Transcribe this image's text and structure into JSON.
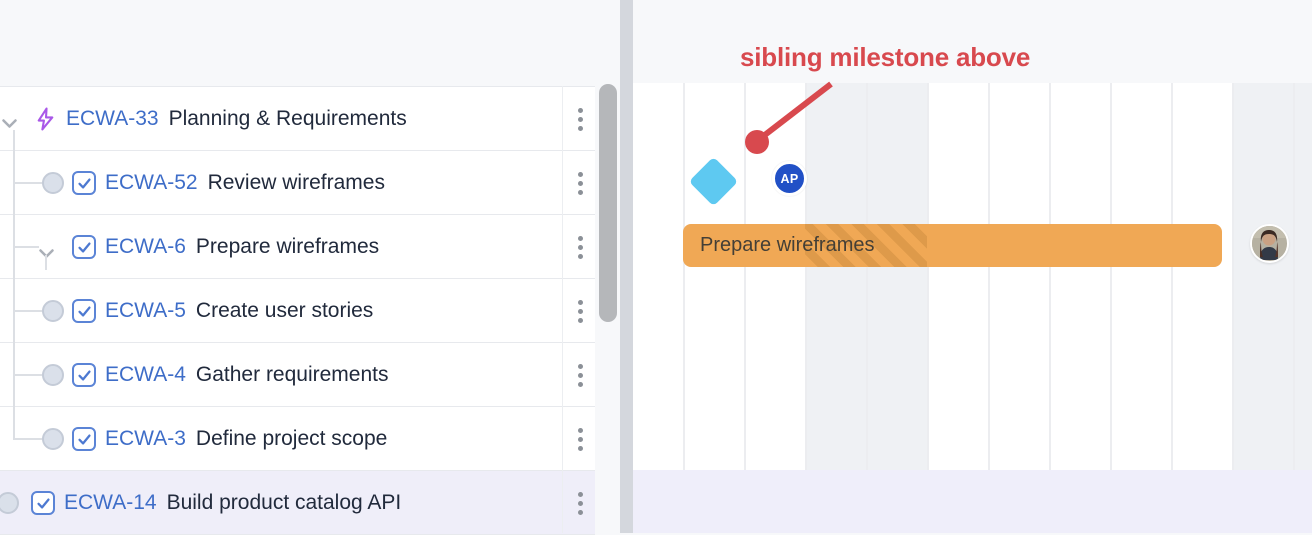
{
  "left_panel": {
    "tasks": [
      {
        "key": "ECWA-33",
        "name": "Planning & Requirements",
        "type": "group",
        "expanded": true
      },
      {
        "key": "ECWA-52",
        "name": "Review wireframes",
        "type": "task",
        "checked": true
      },
      {
        "key": "ECWA-6",
        "name": "Prepare wireframes",
        "type": "task",
        "checked": true,
        "expanded": true
      },
      {
        "key": "ECWA-5",
        "name": "Create user stories",
        "type": "task",
        "checked": true
      },
      {
        "key": "ECWA-4",
        "name": "Gather requirements",
        "type": "task",
        "checked": true
      },
      {
        "key": "ECWA-3",
        "name": "Define project scope",
        "type": "task",
        "checked": true
      },
      {
        "key": "ECWA-14",
        "name": "Build product catalog API",
        "type": "task",
        "checked": true,
        "selected": true
      }
    ]
  },
  "timeline": {
    "annotation": {
      "label": "sibling milestone above",
      "color": "#d8494e"
    },
    "milestone": {
      "shape": "diamond",
      "color": "#5ec9f1"
    },
    "assignee_badge": {
      "initials": "AP",
      "color": "#2150c6"
    },
    "bar": {
      "label": "Prepare wireframes",
      "color": "#f0a855",
      "hatched_section": "weekend"
    },
    "weekend_column_color": "#eff1f4",
    "selected_row_color": "#efeefa"
  },
  "colors": {
    "issue_key_blue": "#3e6dc8",
    "task_text": "#212a3c",
    "checkbox_blue": "#5b84d6",
    "epic_icon_purple": "#a958e8",
    "selected_row": "#efeef9"
  }
}
